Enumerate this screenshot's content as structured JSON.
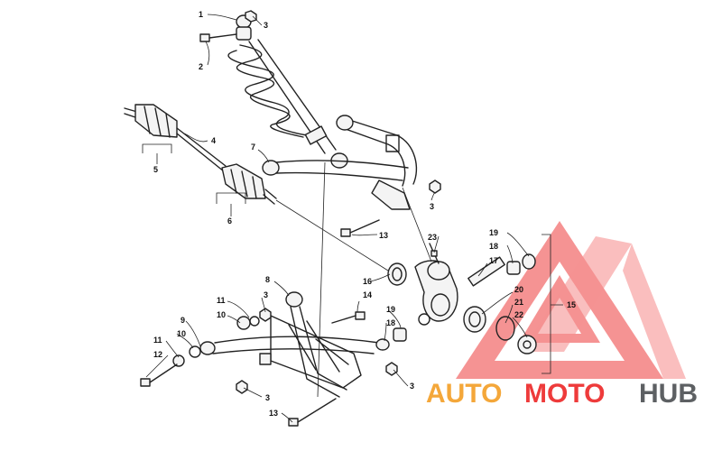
{
  "callouts": [
    {
      "id": "c1",
      "label": "1"
    },
    {
      "id": "c2",
      "label": "2"
    },
    {
      "id": "c3a",
      "label": "3"
    },
    {
      "id": "c4",
      "label": "4"
    },
    {
      "id": "c5",
      "label": "5"
    },
    {
      "id": "c6",
      "label": "6"
    },
    {
      "id": "c7",
      "label": "7"
    },
    {
      "id": "c3b",
      "label": "3"
    },
    {
      "id": "c13a",
      "label": "13"
    },
    {
      "id": "c23",
      "label": "23"
    },
    {
      "id": "c19a",
      "label": "19"
    },
    {
      "id": "c18a",
      "label": "18"
    },
    {
      "id": "c17",
      "label": "17"
    },
    {
      "id": "c16",
      "label": "16"
    },
    {
      "id": "c8",
      "label": "8"
    },
    {
      "id": "c3c",
      "label": "3"
    },
    {
      "id": "c14",
      "label": "14"
    },
    {
      "id": "c11a",
      "label": "11"
    },
    {
      "id": "c10a",
      "label": "10"
    },
    {
      "id": "c20",
      "label": "20"
    },
    {
      "id": "c21",
      "label": "21"
    },
    {
      "id": "c15",
      "label": "15"
    },
    {
      "id": "c22",
      "label": "22"
    },
    {
      "id": "c19b",
      "label": "19"
    },
    {
      "id": "c18b",
      "label": "18"
    },
    {
      "id": "c9",
      "label": "9"
    },
    {
      "id": "c11b",
      "label": "11"
    },
    {
      "id": "c10b",
      "label": "10"
    },
    {
      "id": "c12",
      "label": "12"
    },
    {
      "id": "c3d",
      "label": "3"
    },
    {
      "id": "c3e",
      "label": "3"
    },
    {
      "id": "c13b",
      "label": "13"
    }
  ],
  "watermark": {
    "brand_part1": "AUTO",
    "brand_part2": "MOTO",
    "brand_part3": "HUB",
    "color_orange": "#f4a73a",
    "color_red": "#ee3b3b",
    "color_gray": "#5d6063"
  }
}
